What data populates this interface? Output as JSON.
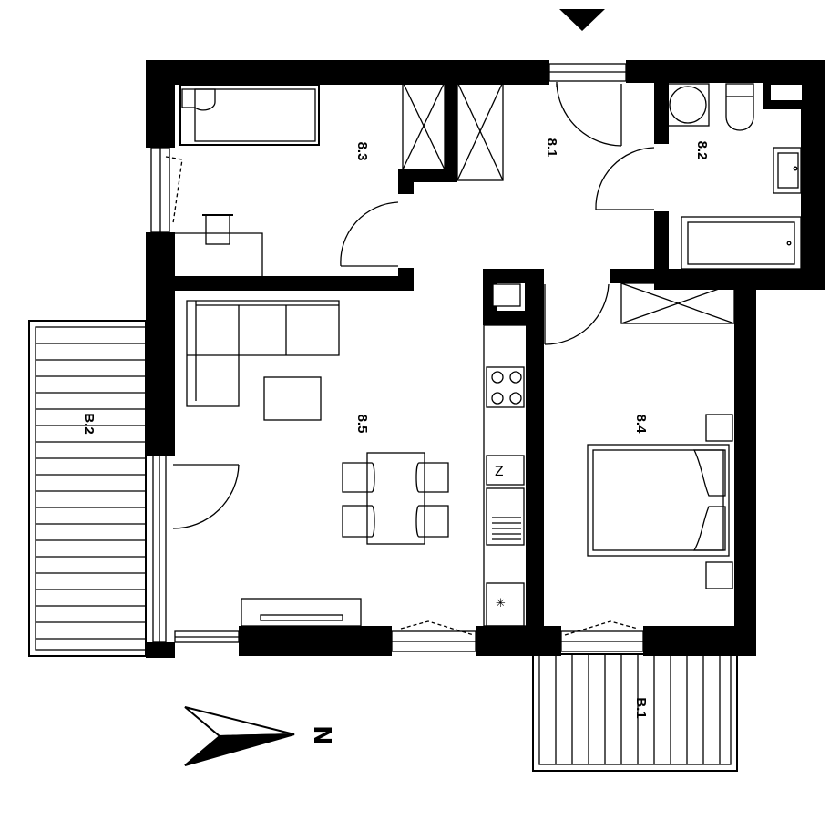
{
  "rooms": {
    "r81": "8.1",
    "r82": "8.2",
    "r83": "8.3",
    "r84": "8.4",
    "r85": "8.5"
  },
  "balconies": {
    "b1": "B.1",
    "b2": "B.2"
  },
  "compass": {
    "letter": "N"
  }
}
